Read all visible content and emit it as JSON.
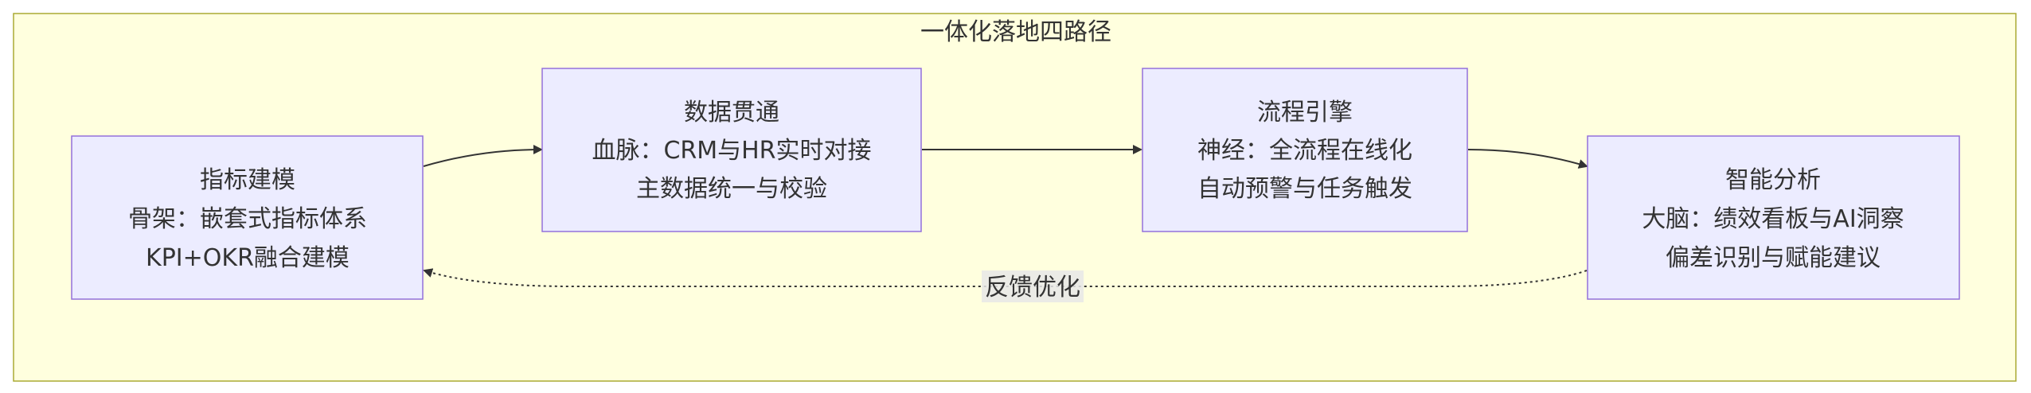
{
  "diagram": {
    "cluster": {
      "title": "一体化落地四路径"
    },
    "nodes": [
      {
        "id": "A",
        "lines": [
          "指标建模",
          "骨架：嵌套式指标体系",
          "KPI+OKR融合建模"
        ]
      },
      {
        "id": "B",
        "lines": [
          "数据贯通",
          "血脉：CRM与HR实时对接",
          "主数据统一与校验"
        ]
      },
      {
        "id": "C",
        "lines": [
          "流程引擎",
          "神经：全流程在线化",
          "自动预警与任务触发"
        ]
      },
      {
        "id": "D",
        "lines": [
          "智能分析",
          "大脑：绩效看板与AI洞察",
          "偏差识别与赋能建议"
        ]
      }
    ],
    "edges": [
      {
        "from": "A",
        "to": "B",
        "style": "solid",
        "label": ""
      },
      {
        "from": "B",
        "to": "C",
        "style": "solid",
        "label": ""
      },
      {
        "from": "C",
        "to": "D",
        "style": "solid",
        "label": ""
      },
      {
        "from": "D",
        "to": "A",
        "style": "dotted",
        "label": "反馈优化"
      }
    ],
    "colors": {
      "cluster_fill": "#ffffde",
      "cluster_stroke": "#aaaa33",
      "node_fill": "#ececff",
      "node_stroke": "#9370db",
      "text": "#333333",
      "edge": "#333333"
    }
  }
}
